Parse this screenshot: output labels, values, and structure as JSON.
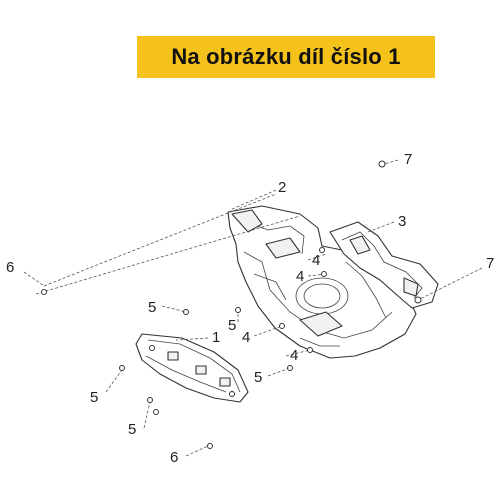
{
  "banner": {
    "text": "Na obrázku díl číslo 1",
    "background": "#f5c21b"
  },
  "callouts": [
    {
      "id": "c7a",
      "label": "7"
    },
    {
      "id": "c2",
      "label": "2"
    },
    {
      "id": "c3",
      "label": "3"
    },
    {
      "id": "c6a",
      "label": "6"
    },
    {
      "id": "c4a",
      "label": "4"
    },
    {
      "id": "c7b",
      "label": "7"
    },
    {
      "id": "c4b",
      "label": "4"
    },
    {
      "id": "c5a",
      "label": "5"
    },
    {
      "id": "c1",
      "label": "1"
    },
    {
      "id": "c5b",
      "label": "5"
    },
    {
      "id": "c4c",
      "label": "4"
    },
    {
      "id": "c4d",
      "label": "4"
    },
    {
      "id": "c5c",
      "label": "5"
    },
    {
      "id": "c5d",
      "label": "5"
    },
    {
      "id": "c5e",
      "label": "5"
    },
    {
      "id": "c6b",
      "label": "6"
    }
  ]
}
